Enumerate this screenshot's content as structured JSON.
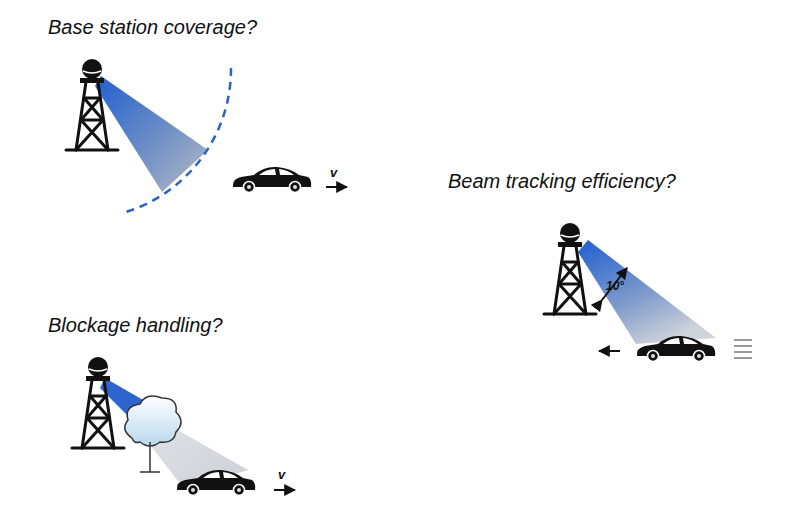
{
  "diagram": {
    "labels": [
      "Base station coverage?",
      "v",
      "Beam tracking efficiency?",
      "10°",
      "Blockage handling?",
      "v"
    ]
  }
}
